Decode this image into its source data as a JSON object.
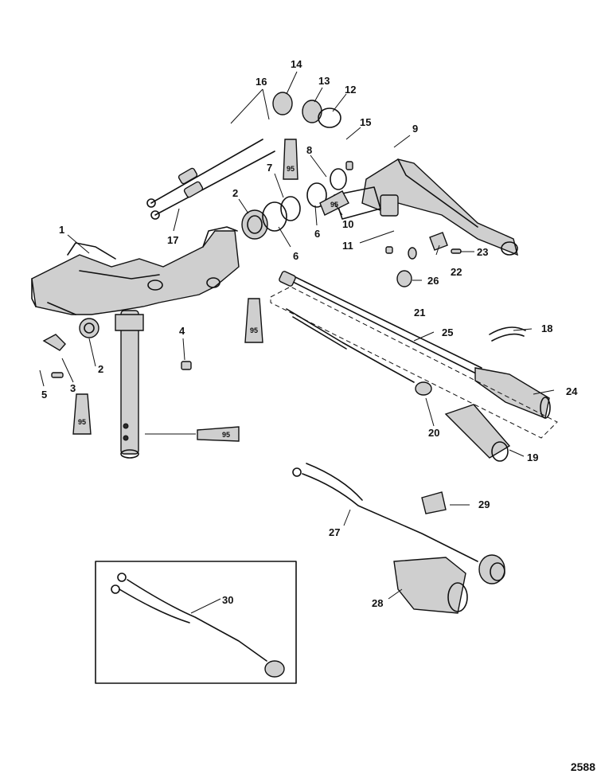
{
  "callouts": [
    {
      "id": "c1",
      "label": "1"
    },
    {
      "id": "c2a",
      "label": "2"
    },
    {
      "id": "c2b",
      "label": "2"
    },
    {
      "id": "c3",
      "label": "3"
    },
    {
      "id": "c4",
      "label": "4"
    },
    {
      "id": "c5",
      "label": "5"
    },
    {
      "id": "c6a",
      "label": "6"
    },
    {
      "id": "c6b",
      "label": "6"
    },
    {
      "id": "c7",
      "label": "7"
    },
    {
      "id": "c8",
      "label": "8"
    },
    {
      "id": "c9",
      "label": "9"
    },
    {
      "id": "c10",
      "label": "10"
    },
    {
      "id": "c11",
      "label": "11"
    },
    {
      "id": "c12",
      "label": "12"
    },
    {
      "id": "c13",
      "label": "13"
    },
    {
      "id": "c14",
      "label": "14"
    },
    {
      "id": "c15",
      "label": "15"
    },
    {
      "id": "c16",
      "label": "16"
    },
    {
      "id": "c17",
      "label": "17"
    },
    {
      "id": "c18",
      "label": "18"
    },
    {
      "id": "c19",
      "label": "19"
    },
    {
      "id": "c20",
      "label": "20"
    },
    {
      "id": "c21",
      "label": "21"
    },
    {
      "id": "c22",
      "label": "22"
    },
    {
      "id": "c23",
      "label": "23"
    },
    {
      "id": "c24",
      "label": "24"
    },
    {
      "id": "c25",
      "label": "25"
    },
    {
      "id": "c26",
      "label": "26"
    },
    {
      "id": "c27",
      "label": "27"
    },
    {
      "id": "c28",
      "label": "28"
    },
    {
      "id": "c29",
      "label": "29"
    },
    {
      "id": "c30",
      "label": "30"
    }
  ],
  "lubricant_tubes": [
    {
      "id": "t1",
      "label": "95"
    },
    {
      "id": "t2",
      "label": "95"
    },
    {
      "id": "t3",
      "label": "95"
    },
    {
      "id": "t4",
      "label": "95"
    },
    {
      "id": "t5",
      "label": "95"
    }
  ],
  "drawing_reference": "2588"
}
